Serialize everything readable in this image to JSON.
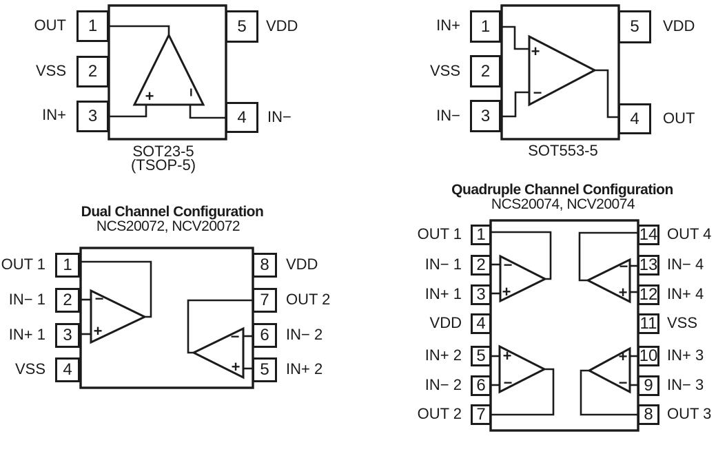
{
  "palette": {
    "ink": "#1b1b1b",
    "background": "#ffffff"
  },
  "markers": {
    "plus": "+",
    "minus": "−"
  },
  "sot23": {
    "caption": [
      "SOT23-5",
      "(TSOP-5)"
    ],
    "pins": [
      {
        "num": "1",
        "label": "OUT"
      },
      {
        "num": "2",
        "label": "VSS"
      },
      {
        "num": "3",
        "label": "IN+"
      },
      {
        "num": "4",
        "label": "IN−"
      },
      {
        "num": "5",
        "label": "VDD"
      }
    ]
  },
  "sot553": {
    "caption": "SOT553-5",
    "pins": [
      {
        "num": "1",
        "label": "IN+"
      },
      {
        "num": "2",
        "label": "VSS"
      },
      {
        "num": "3",
        "label": "IN−"
      },
      {
        "num": "4",
        "label": "OUT"
      },
      {
        "num": "5",
        "label": "VDD"
      }
    ]
  },
  "dual": {
    "title": "Dual Channel Configuration",
    "subtitle": "NCS20072, NCV20072",
    "pins": [
      {
        "num": "1",
        "label": "OUT 1"
      },
      {
        "num": "2",
        "label": "IN− 1"
      },
      {
        "num": "3",
        "label": "IN+ 1"
      },
      {
        "num": "4",
        "label": "VSS"
      },
      {
        "num": "5",
        "label": "IN+ 2"
      },
      {
        "num": "6",
        "label": "IN− 2"
      },
      {
        "num": "7",
        "label": "OUT 2"
      },
      {
        "num": "8",
        "label": "VDD"
      }
    ]
  },
  "quad": {
    "title": "Quadruple Channel Configuration",
    "subtitle": "NCS20074, NCV20074",
    "pins": [
      {
        "num": "1",
        "label": "OUT 1"
      },
      {
        "num": "2",
        "label": "IN− 1"
      },
      {
        "num": "3",
        "label": "IN+ 1"
      },
      {
        "num": "4",
        "label": "VDD"
      },
      {
        "num": "5",
        "label": "IN+ 2"
      },
      {
        "num": "6",
        "label": "IN− 2"
      },
      {
        "num": "7",
        "label": "OUT 2"
      },
      {
        "num": "8",
        "label": "OUT 3"
      },
      {
        "num": "9",
        "label": "IN− 3"
      },
      {
        "num": "10",
        "label": "IN+ 3"
      },
      {
        "num": "11",
        "label": "VSS"
      },
      {
        "num": "12",
        "label": "IN+ 4"
      },
      {
        "num": "13",
        "label": "IN− 4"
      },
      {
        "num": "14",
        "label": "OUT 4"
      }
    ]
  }
}
